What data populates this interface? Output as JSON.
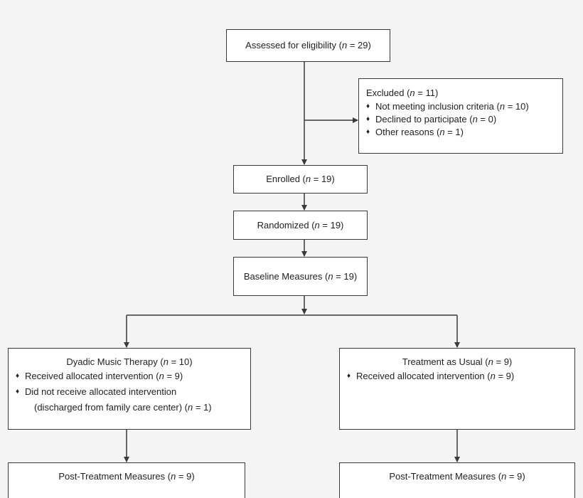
{
  "nodes": {
    "assessed": "Assessed for eligibility (n = 29)",
    "excluded": {
      "title": "Excluded  (n = 11)",
      "items": [
        "Not meeting inclusion criteria (n = 10)",
        "Declined to participate (n = 0)",
        "Other reasons (n = 1)"
      ]
    },
    "enrolled": "Enrolled (n = 19)",
    "randomized": "Randomized (n = 19)",
    "baseline": "Baseline Measures (n = 19)",
    "dyadic": {
      "title": "Dyadic Music Therapy (n = 10)",
      "items": [
        "Received allocated intervention (n = 9)",
        "Did not receive allocated intervention"
      ],
      "subnote": "(discharged from family care center) (n = 1)"
    },
    "tau": {
      "title": "Treatment as Usual (n = 9)",
      "items": [
        "Received allocated intervention (n = 9)"
      ]
    },
    "post_left": "Post-Treatment Measures (n = 9)",
    "post_right": "Post-Treatment Measures (n = 9)"
  },
  "bullet_glyph": "♦",
  "colors": {
    "background": "#f4f4f4",
    "box_border": "#3a3a3a",
    "line": "#3a3a3a"
  }
}
